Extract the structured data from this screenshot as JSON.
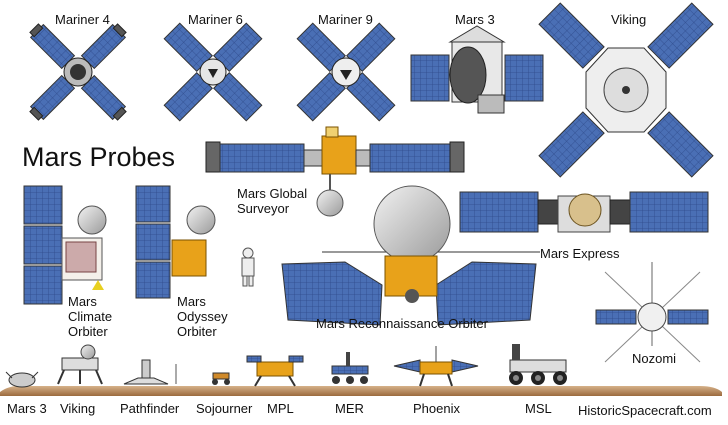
{
  "title": "Mars Probes",
  "credit": "HistoricSpacecraft.com",
  "probes": {
    "mariner4": "Mariner 4",
    "mariner6": "Mariner 6",
    "mariner9": "Mariner 9",
    "mars3": "Mars 3",
    "viking": "Viking",
    "mgs_line1": "Mars Global",
    "mgs_line2": "Surveyor",
    "mco_line1": "Mars",
    "mco_line2": "Climate",
    "mco_line3": "Orbiter",
    "odyssey_line1": "Mars",
    "odyssey_line2": "Odyssey",
    "odyssey_line3": "Orbiter",
    "mex": "Mars Express",
    "mro": "Mars Reconnaissance Orbiter",
    "nozomi": "Nozomi"
  },
  "landers": [
    "Mars 3",
    "Viking",
    "Pathfinder",
    "Sojourner",
    "MPL",
    "MER",
    "Phoenix",
    "MSL"
  ],
  "colors": {
    "panel": "#4a6fb5",
    "panel_dark": "#2e4a8a",
    "gold": "#e8a21a",
    "ground": "#b9895c",
    "background": "#ffffff"
  }
}
